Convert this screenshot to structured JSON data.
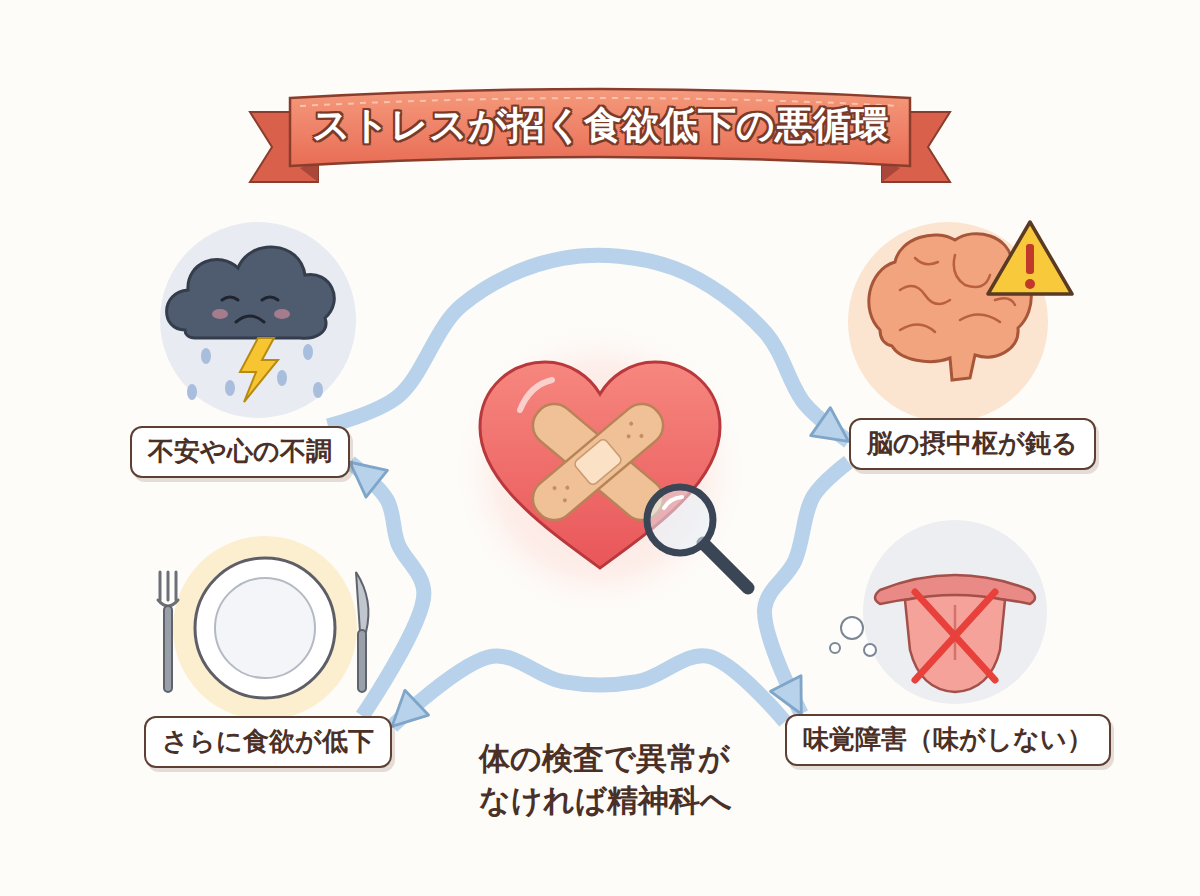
{
  "diagram": {
    "title": "ストレスが招く食欲低下の悪循環",
    "nodes": [
      {
        "text": [
          "不安や心の不調"
        ]
      },
      {
        "text": [
          "脳の摂中枢が鈍る"
        ]
      },
      {
        "text": [
          "味覚障害（味がしない）"
        ]
      },
      {
        "text": [
          "さらに食欲が低下"
        ]
      }
    ],
    "edges": [
      {
        "from": 0,
        "to": 1,
        "arrow": "to"
      },
      {
        "from": 1,
        "to": 2,
        "arrow": "to"
      },
      {
        "from": 2,
        "to": 3,
        "arrow": "to"
      },
      {
        "from": 3,
        "to": 0,
        "arrow": "to"
      }
    ],
    "labels": [
      "体の検査で異常がなければ精神科へ"
    ]
  }
}
